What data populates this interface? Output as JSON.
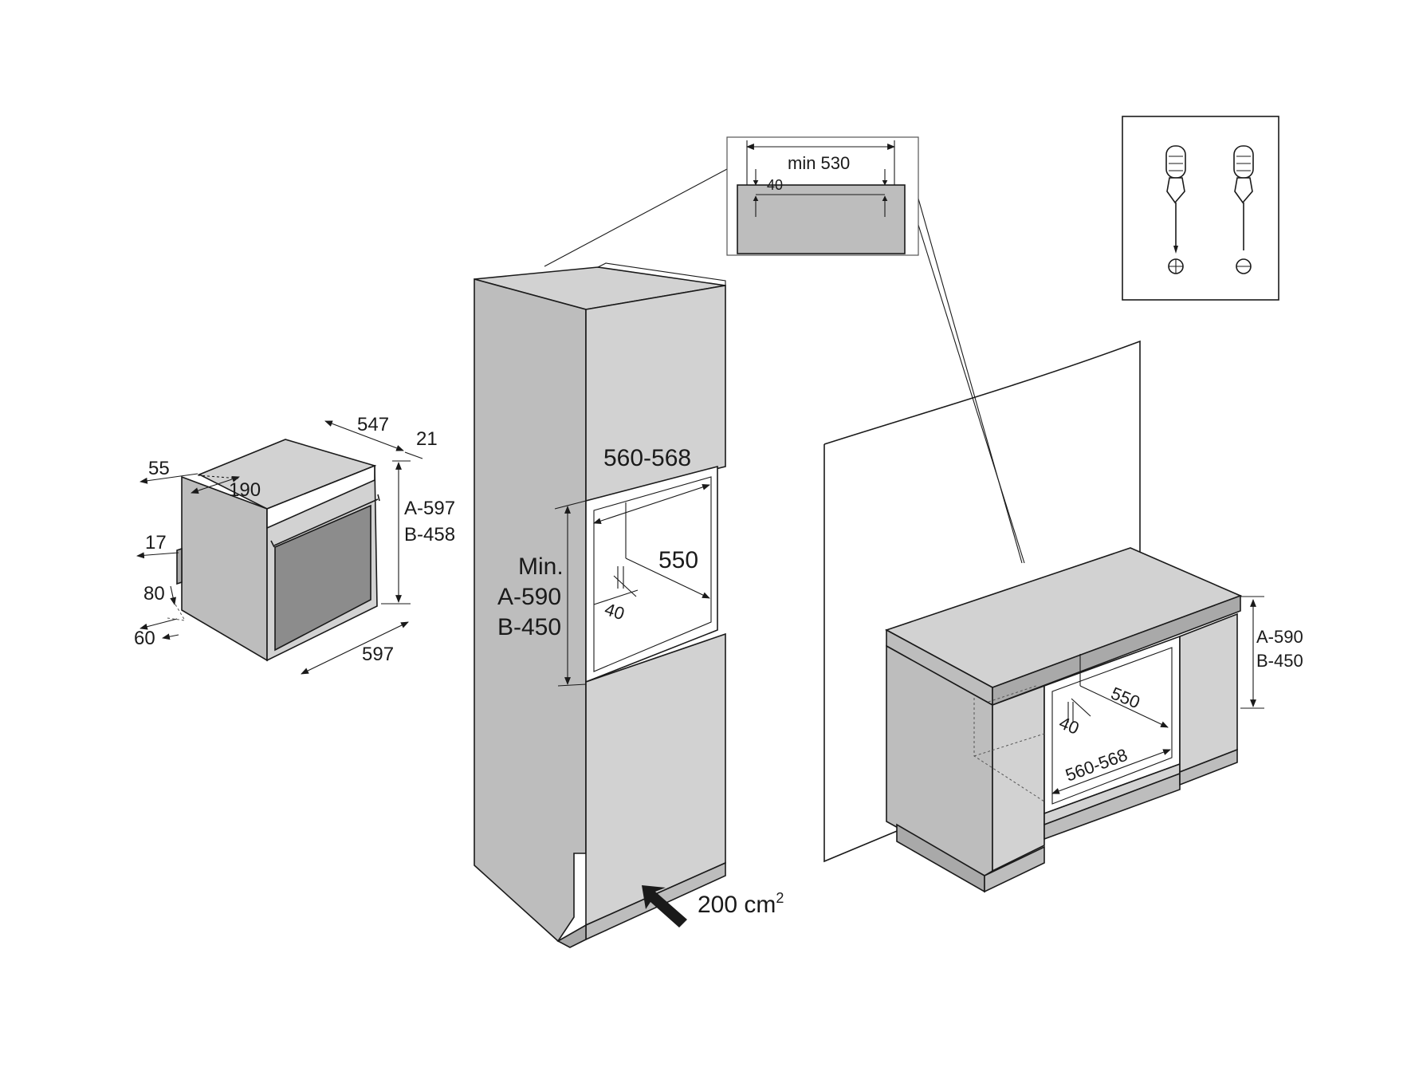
{
  "oven": {
    "width_label": "597",
    "depth_label": "547",
    "door_label": "21",
    "top_front_label": "55",
    "top_depth_label": "190",
    "side_label": "17",
    "bottom_label": "80",
    "foot_label": "60",
    "height_a_label": "A-597",
    "height_b_label": "B-458"
  },
  "column": {
    "width_label": "560-568",
    "depth_label": "550",
    "gap_label": "40",
    "min_label": "Min.",
    "height_a_label": "A-590",
    "height_b_label": "B-450",
    "vent_label": "200 cm",
    "vent_sup": "2"
  },
  "detail": {
    "width_label": "min 530",
    "offset_label": "40"
  },
  "undercounter": {
    "depth_label": "550",
    "gap_label": "40",
    "width_label": "560-568",
    "height_a_label": "A-590",
    "height_b_label": "B-450"
  },
  "tools": {
    "items": [
      "phillips-screwdriver",
      "flathead-screwdriver"
    ]
  }
}
